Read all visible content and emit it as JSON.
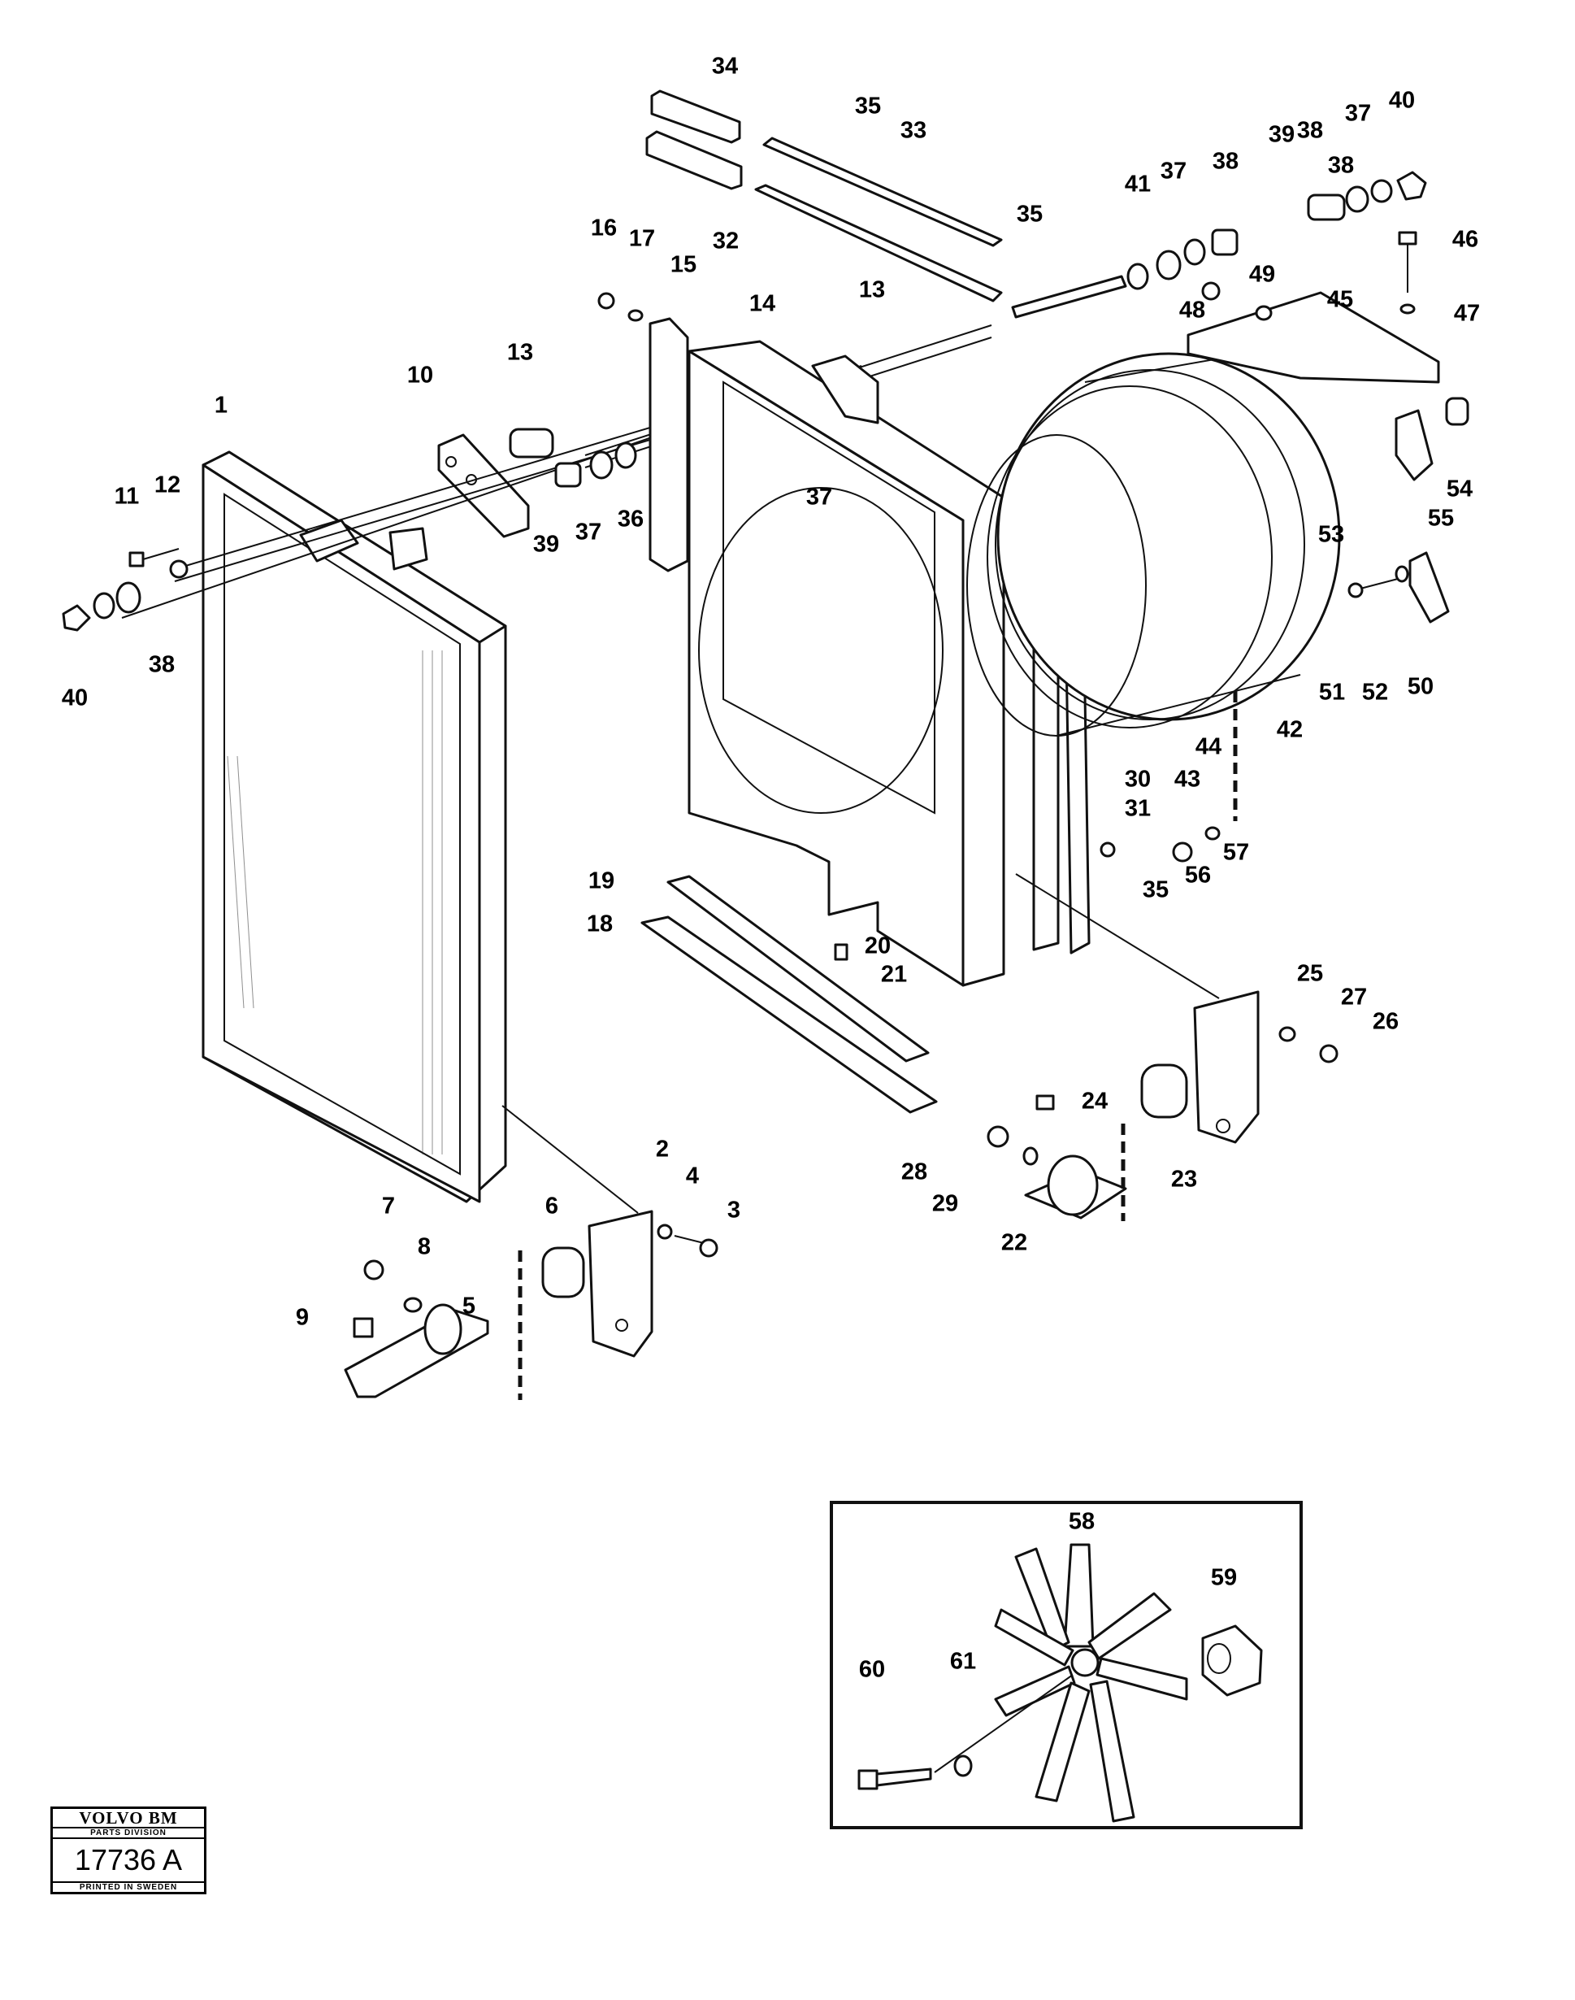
{
  "part_labels": [
    "1",
    "2",
    "3",
    "4",
    "5",
    "6",
    "7",
    "8",
    "9",
    "10",
    "11",
    "12",
    "13",
    "13",
    "14",
    "15",
    "16",
    "17",
    "18",
    "19",
    "20",
    "21",
    "22",
    "23",
    "24",
    "25",
    "26",
    "27",
    "28",
    "29",
    "30",
    "31",
    "32",
    "33",
    "34",
    "35",
    "35",
    "35",
    "36",
    "37",
    "37",
    "37",
    "37",
    "38",
    "38",
    "38",
    "38",
    "39",
    "39",
    "40",
    "40",
    "41",
    "42",
    "43",
    "44",
    "45",
    "46",
    "47",
    "48",
    "49",
    "50",
    "51",
    "52",
    "53",
    "54",
    "55",
    "56",
    "57",
    "58",
    "59",
    "60",
    "61"
  ],
  "stamp": {
    "brand": "VOLVO BM",
    "division": "PARTS DIVISION",
    "code": "17736 A",
    "footer": "PRINTED IN SWEDEN"
  }
}
